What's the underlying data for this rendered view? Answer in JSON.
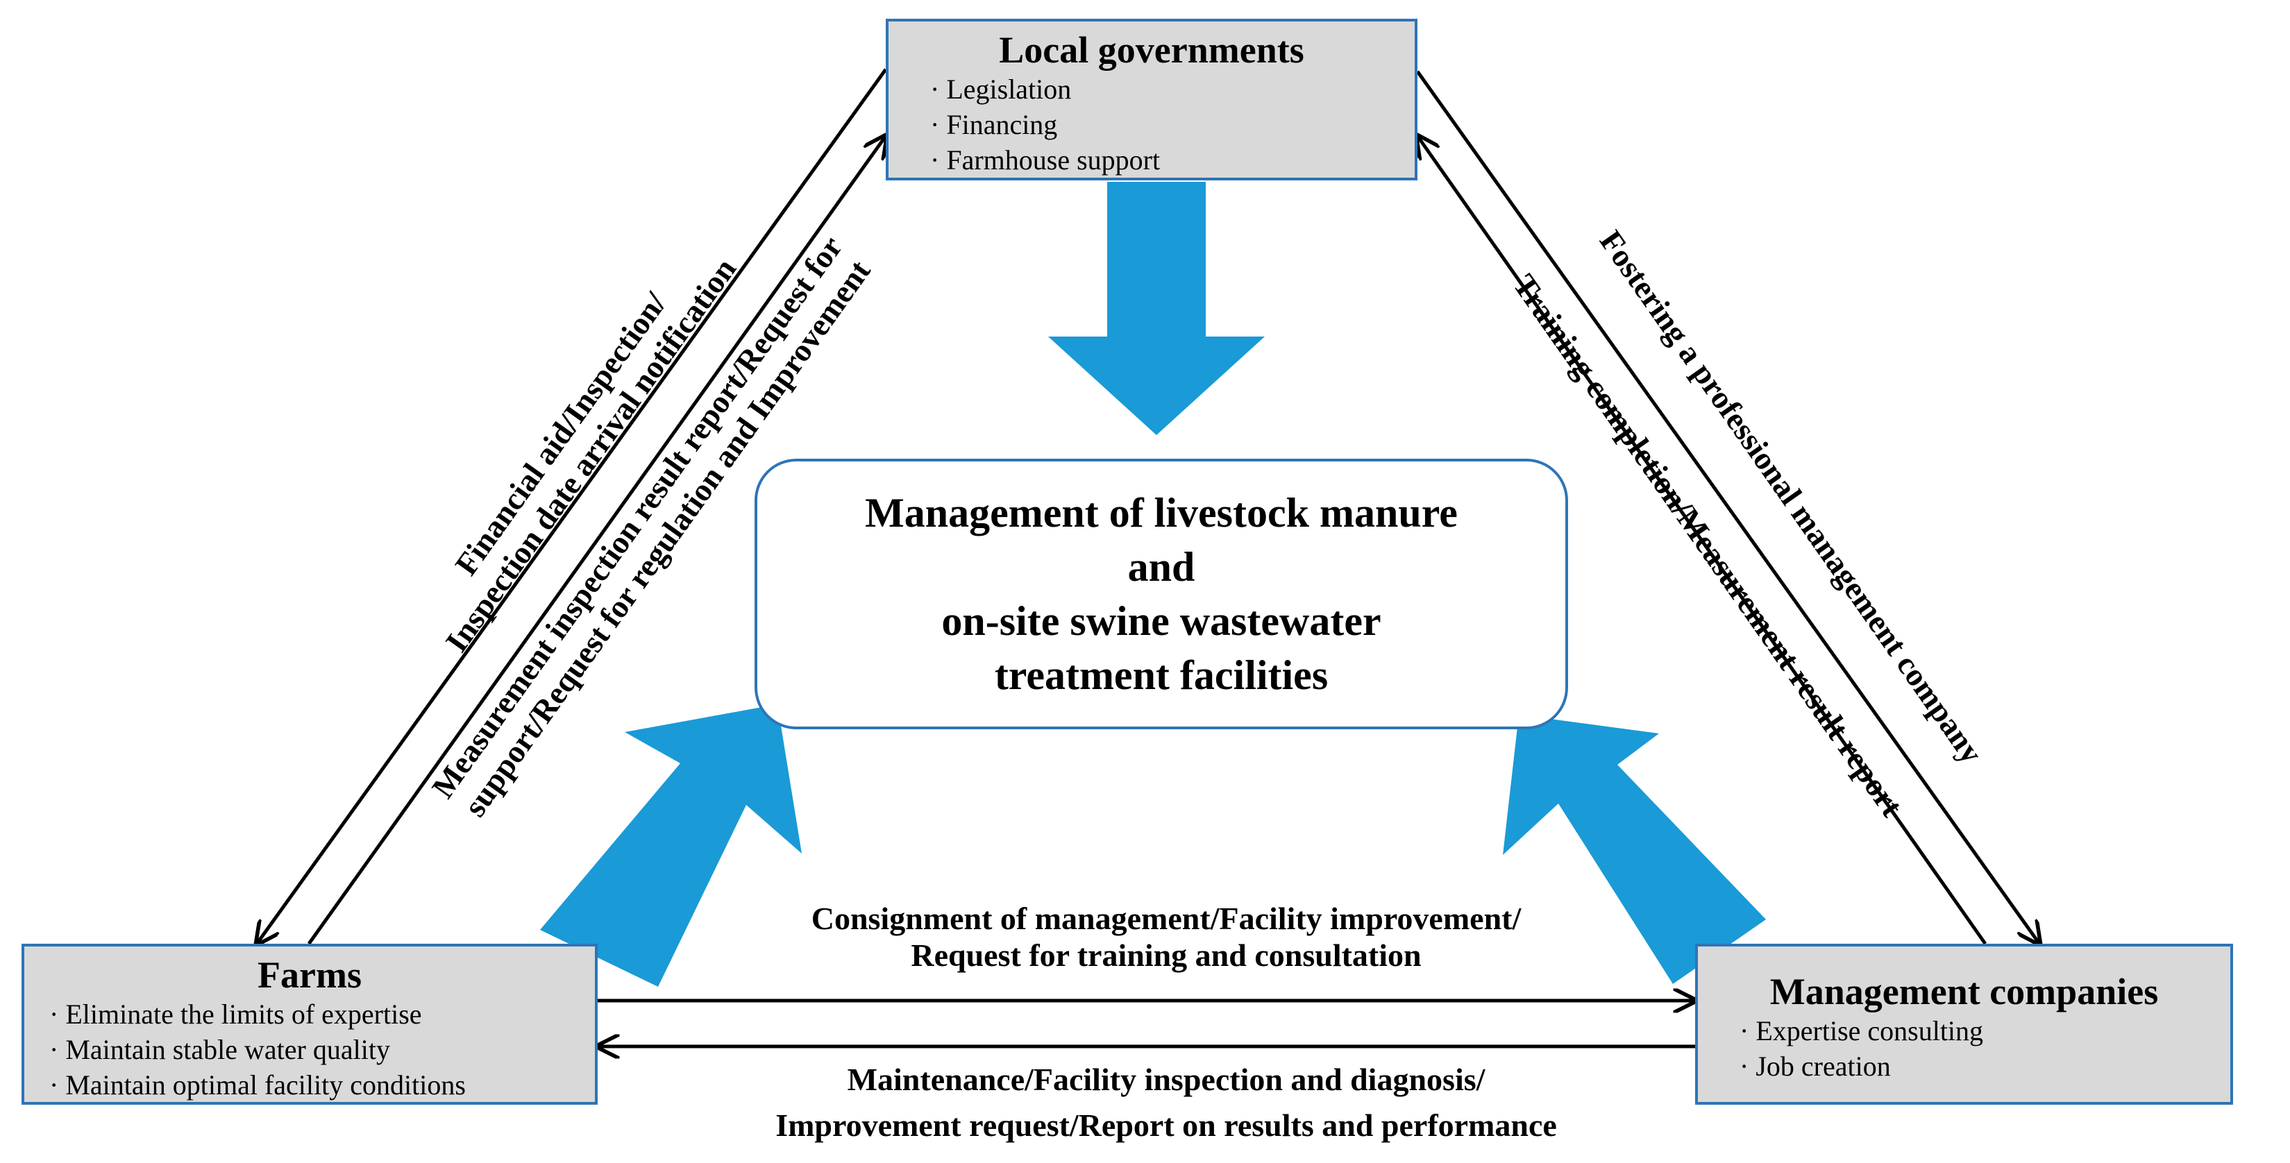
{
  "local_governments": {
    "title": "Local governments",
    "items": [
      "Legislation",
      "Financing",
      "Farmhouse support"
    ]
  },
  "farms": {
    "title": "Farms",
    "items": [
      "Eliminate the limits of expertise",
      "Maintain  stable water quality",
      "Maintain  optimal facility conditions"
    ]
  },
  "management_companies": {
    "title": "Management  companies",
    "items": [
      "Expertise  consulting",
      "Job creation"
    ]
  },
  "center": {
    "lines": [
      "Management of livestock manure",
      "and",
      "on-site swine  wastewater",
      "treatment facilities"
    ]
  },
  "edges": {
    "gov_to_farms": [
      "Financial aid/Inspection/",
      "Inspection date arrival notification"
    ],
    "farms_to_gov": [
      "Measurement inspection result report/Request for",
      "support/Request for regulation and Improvement"
    ],
    "gov_to_mgmt": "Fostering a professional management company",
    "mgmt_to_gov": "Training completion/Measurement result report",
    "farms_to_mgmt": [
      "Consignment of management/Facility improvement/",
      "Request for training and consultation"
    ],
    "mgmt_to_farms": [
      "Maintenance/Facility inspection and diagnosis/",
      "Improvement request/Report on results and performance"
    ]
  },
  "colors": {
    "box_fill": "#d9d9d9",
    "box_border": "#2e75b6",
    "big_arrow": "#1a9ad7"
  }
}
